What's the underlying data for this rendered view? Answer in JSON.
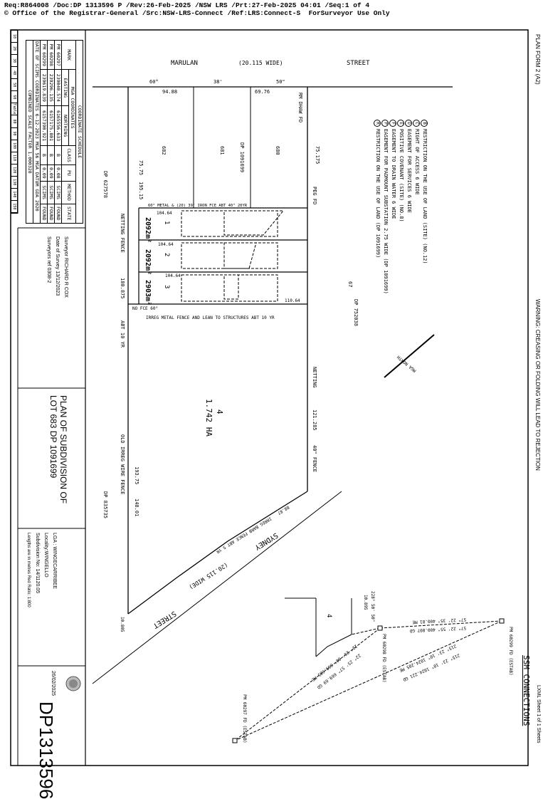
{
  "header": {
    "line1": "Req:R864008 /Doc:DP 1313596 P /Rev:26-Feb-2025 /NSW LRS /Prt:27-Feb-2025 04:01 /Seq:1 of 4",
    "line2": "© Office of the Registrar-General /Src:NSW-LRS-Connect /Ref:LRS:Connect-S  ForSurveyor Use Only"
  },
  "margin": {
    "plan_form": "PLAN FORM 2 (A2)",
    "warning": "WARNING: CREASING OR FOLDING WILL LEAD TO REJECTION",
    "sheet": "LXML  Sheet 1  of  1  Sheets"
  },
  "ssm_title": "SSM CONNECTIONS",
  "legend": [
    {
      "mark": "B",
      "text": "RESTRICTION ON THE USE OF LAND (SITE) (NO.12)"
    },
    {
      "mark": "C",
      "text": "RIGHT OF ACCESS 6 WIDE"
    },
    {
      "mark": "D",
      "text": "EASEMENT FOR SERVICES 6 WIDE"
    },
    {
      "mark": "E",
      "text": "POSITIVE COVENANT (SITE) (NO.8)"
    },
    {
      "mark": "F",
      "text": "EASEMENT TO DRAIN WATER 6 WIDE"
    },
    {
      "mark": "P",
      "text": "EASEMENT FOR PADMOUNT SUBSTATION 2.75 WIDE (DP 1091699)"
    },
    {
      "mark": "R",
      "text": "RESTRICTION ON THE USE OF LAND (DP 1091699)"
    }
  ],
  "coordinate_schedule": {
    "title": "COORDINATE SCHEDULE",
    "group_header": "MGA COORDINATES",
    "columns": [
      "MARK",
      "EASTING",
      "NORTHING",
      "CLASS",
      "PU",
      "METHOD",
      "STATE"
    ],
    "rows": [
      [
        "PM 60297",
        "239040.574",
        "6165556.633",
        "B",
        "0.08",
        "SCIMS",
        "FOUND"
      ],
      [
        "PM 60298",
        "239296.135",
        "6157175.801",
        "B",
        "0.09",
        "SCIMS",
        "FOUND"
      ],
      [
        "PM 60299",
        "239619.839",
        "6157390.921",
        "B",
        "0.09",
        "SCIMS",
        "FOUND"
      ]
    ],
    "date_note": "DATE OF SCIMS COORDINATES 6-12-2023 MGA 56  MGA DATUM GDA 2020",
    "scale_note": "COMBINED SCALE FACTOR 1.000328"
  },
  "ruler": [
    "10",
    "20",
    "30",
    "40",
    "50",
    "60",
    "Table of mm",
    "80",
    "90",
    "100",
    "110",
    "120",
    "130",
    "140",
    "150"
  ],
  "surveyor": {
    "surveyor": "Surveyor  RICHARD R COX",
    "date": "Date of Survey  13/12/2023",
    "ref": "Surveyors ref  0308-2"
  },
  "plan_title": {
    "line1": "PLAN OF SUBDIVISION OF",
    "line2": "LOT 683 DP 1091699"
  },
  "location": {
    "lga": "LGA : WINGECARRIBEE",
    "locality": "Locality:WINGELLO",
    "subdivision": "Subdivision No:  14/1120.05",
    "lengths": "Lengths are in metres Red Ratio:  1:800"
  },
  "registration_date": "26/02/2025",
  "plan_number": "DP1313596",
  "plan": {
    "marulan": "MARULAN",
    "marulan_width": "(20.115 WIDE)",
    "street": "STREET",
    "sydney": "SYDNEY",
    "sydney_width": "(20.115 WIDE)",
    "sydney_street": "STREET",
    "lots": [
      {
        "num": "1",
        "area": "2092m²"
      },
      {
        "num": "2",
        "area": "2092m²"
      },
      {
        "num": "3",
        "area": "2903m²"
      },
      {
        "num": "4",
        "area": "1.742 HA"
      }
    ],
    "adjoining": [
      "682",
      "681",
      "680",
      "DP 1091699",
      "DP 627578",
      "DP 835735",
      "DP 752038",
      "67"
    ],
    "dims": {
      "top_left_brg": "60°",
      "top_left": "94.88",
      "top_mid": "38'",
      "top_right_brg": "50\"",
      "top_right": "69.76",
      "side_a": "75.75",
      "side_b": "195.15",
      "right_a": "75.175",
      "lot_w": "104.64",
      "lot_far": "110.64",
      "west_long": "180.875",
      "east": "121.285",
      "west_b": "193.75",
      "west_c": "148.01",
      "sydney_a": "88.87",
      "sydney_b": "10.805",
      "mid_fence": "IRREG METAL FENCE AND LEAN TO STRUCTURES ABT 10 YR",
      "top_fence": "60° METAL & (20) 39' IRON FCE ABT 40\" 20YR",
      "netting": "NETTING FENCE",
      "netting2": "NETTING",
      "fence40": "40\" FENCE",
      "old_wire": "OLD IRREG WIRE FENCE",
      "abt10": "ABT 10 YR",
      "barb": "IRREG BARB FENCE ABT 5 YR",
      "no_fce": "NO FCE 60°"
    },
    "marks": {
      "pm60297": "PM 60297 FD (ESTAB)",
      "pm60298": "PM 60298 FD (ESTAB)",
      "pm60299": "PM 60299 FD (ESTAB)",
      "rm_nw": "RM DHAW FD",
      "mga_north": "MGA NORTH",
      "peg_fd": "PEG FD",
      "conn1": "57° 22' 35\" 400.81 ME",
      "conn2": "57° 22' 55\" 400.807 GD",
      "conn3": "215° 23' 10\" 1024.205 ME",
      "conn4": "215° 23' 10\" 1024.221 GD",
      "conn5": "22° 26' 00\" 669.605 ME",
      "conn6": "22° 25' 57\" 669.69 GD",
      "brg_228": "228° 50' 50\"",
      "dist_10895": "10.895"
    }
  }
}
